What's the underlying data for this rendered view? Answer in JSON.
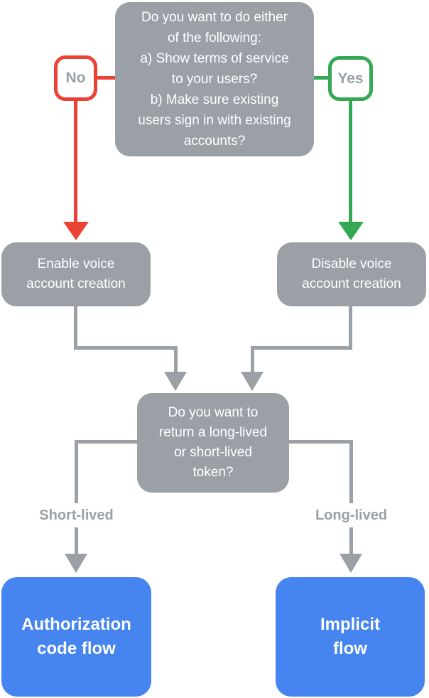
{
  "colors": {
    "node_gray": "#9AA0A6",
    "arrow_red": "#EA4335",
    "arrow_green": "#34A853",
    "outcome_blue": "#4684F0",
    "text_white": "#FFFFFF",
    "muted_gray_text": "#9AA0A6",
    "background": "#FFFFFF"
  },
  "diagram": {
    "top_decision": "Do you want to do either\nof the following:\na) Show terms of service\nto your users?\nb) Make sure existing\nusers sign in with existing\naccounts?",
    "no_label": "No",
    "yes_label": "Yes",
    "enable_node": "Enable voice\naccount creation",
    "disable_node": "Disable voice\naccount creation",
    "token_decision": "Do you want to\nreturn a long-lived\nor short-lived\ntoken?",
    "short_lived_label": "Short-lived",
    "long_lived_label": "Long-lived",
    "auth_code_outcome": "Authorization\ncode flow",
    "implicit_outcome": "Implicit\nflow"
  }
}
